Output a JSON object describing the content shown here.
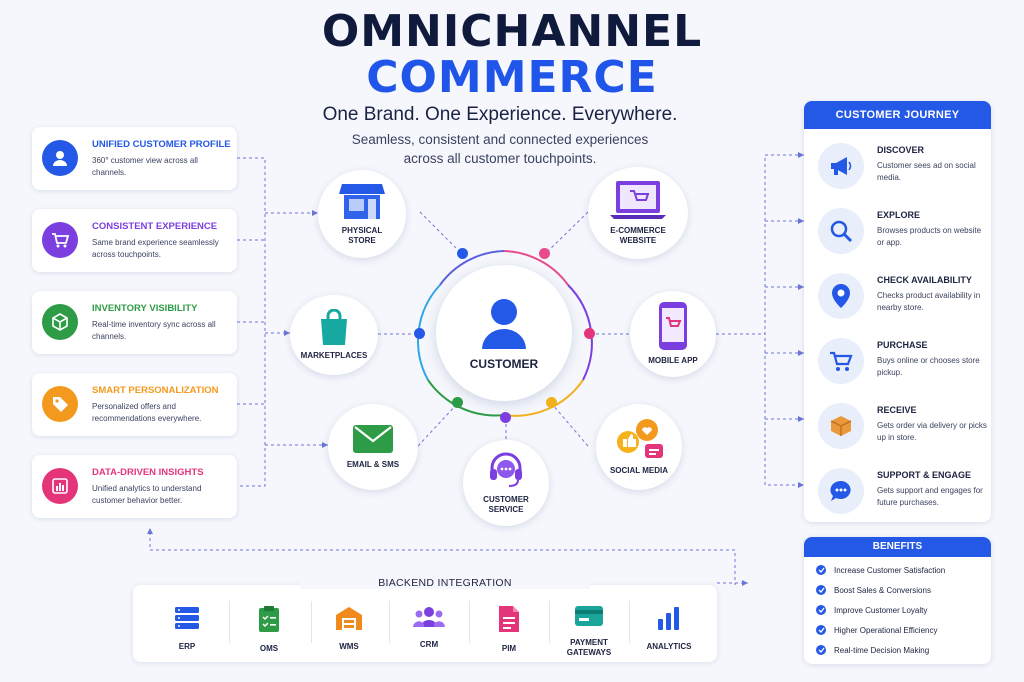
{
  "header": {
    "title_line1": "OMNICHANNEL",
    "title_line2": "COMMERCE",
    "tagline": "One Brand. One Experience. Everywhere.",
    "subtitle_line1": "Seamless, consistent and connected experiences",
    "subtitle_line2": "across all customer touchpoints."
  },
  "features": [
    {
      "title": "UNIFIED CUSTOMER PROFILE",
      "desc": "360° customer view across all channels.",
      "color": "#2458e6",
      "icon": "user-icon"
    },
    {
      "title": "CONSISTENT EXPERIENCE",
      "desc": "Same brand experience seamlessly across touchpoints.",
      "color": "#7b3fe0",
      "icon": "cart-icon"
    },
    {
      "title": "INVENTORY VISIBILITY",
      "desc": "Real-time inventory sync across all channels.",
      "color": "#2e9b46",
      "icon": "box-icon"
    },
    {
      "title": "SMART PERSONALIZATION",
      "desc": "Personalized offers and recommendations everywhere.",
      "color": "#f39a1e",
      "icon": "tag-icon"
    },
    {
      "title": "DATA-DRIVEN INSIGHTS",
      "desc": "Unified analytics to understand customer behavior better.",
      "color": "#e5357a",
      "icon": "chart-icon"
    }
  ],
  "hub": {
    "center_label": "CUSTOMER",
    "channels": {
      "physical_store": "PHYSICAL\nSTORE",
      "ecommerce": "E-COMMERCE\nWEBSITE",
      "marketplaces": "MARKETPLACES",
      "mobile_app": "MOBILE APP",
      "email_sms": "EMAIL & SMS",
      "social_media": "SOCIAL MEDIA",
      "customer_service": "CUSTOMER\nSERVICE"
    }
  },
  "journey": {
    "heading": "CUSTOMER JOURNEY",
    "steps": [
      {
        "title": "DISCOVER",
        "desc": "Customer sees ad on social media.",
        "icon": "megaphone-icon"
      },
      {
        "title": "EXPLORE",
        "desc": "Browses products on website or app.",
        "icon": "search-icon"
      },
      {
        "title": "CHECK AVAILABILITY",
        "desc": "Checks product availability in nearby store.",
        "icon": "location-pin-icon"
      },
      {
        "title": "PURCHASE",
        "desc": "Buys online or chooses store pickup.",
        "icon": "cart-icon"
      },
      {
        "title": "RECEIVE",
        "desc": "Gets order via delivery or picks up in store.",
        "icon": "package-icon"
      },
      {
        "title": "SUPPORT & ENGAGE",
        "desc": "Gets support and engages for future purchases.",
        "icon": "chat-icon"
      }
    ]
  },
  "benefits": {
    "heading": "BENEFITS",
    "items": [
      "Increase Customer Satisfaction",
      "Boost Sales & Conversions",
      "Improve Customer Loyalty",
      "Higher Operational Efficiency",
      "Real-time Decision Making"
    ]
  },
  "backend": {
    "heading": "BIACKEND INTEGRATION",
    "items": [
      {
        "label": "ERP",
        "icon": "server-icon",
        "color": "#2458e6"
      },
      {
        "label": "OMS",
        "icon": "clipboard-icon",
        "color": "#2e9b46"
      },
      {
        "label": "WMS",
        "icon": "warehouse-icon",
        "color": "#f08a1c"
      },
      {
        "label": "CRM",
        "icon": "people-icon",
        "color": "#7b3fe0"
      },
      {
        "label": "PIM",
        "icon": "document-icon",
        "color": "#e5357a"
      },
      {
        "label": "PAYMENT\nGATEWAYS",
        "icon": "card-icon",
        "color": "#1aa59a"
      },
      {
        "label": "ANALYTICS",
        "icon": "bar-chart-icon",
        "color": "#2458e6"
      }
    ]
  }
}
